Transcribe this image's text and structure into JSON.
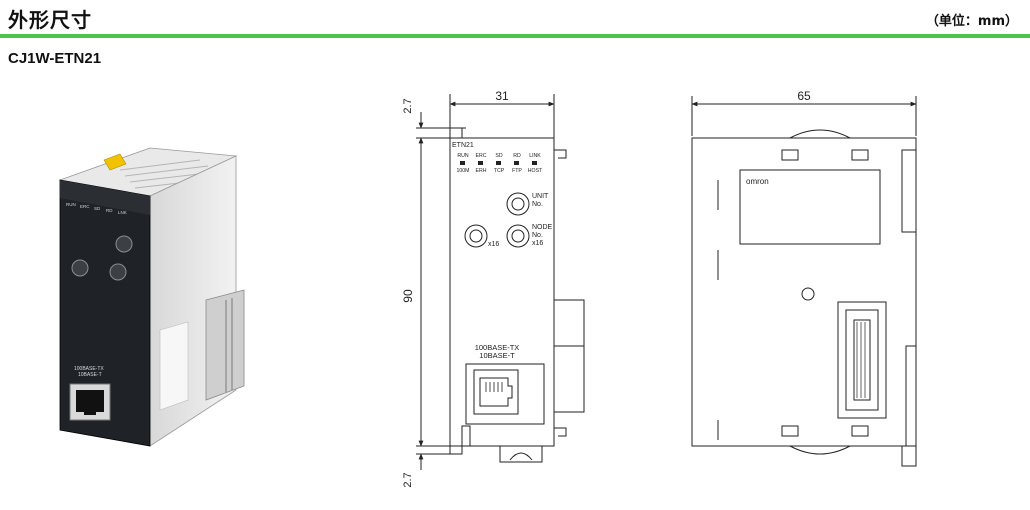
{
  "header": {
    "title": "外形尺寸",
    "unit": "（单位：mm）"
  },
  "model": "CJ1W-ETN21",
  "photo": {
    "front_labels": [
      "RUN",
      "ERC",
      "SD",
      "RD",
      "LNK"
    ],
    "port_label_1": "100BASE-TX",
    "port_label_2": "10BASE-T"
  },
  "front_view": {
    "dim_width": "31",
    "dim_height": "90",
    "dim_top": "2.7",
    "dim_bottom": "2.7",
    "module_name": "ETN21",
    "led_top": [
      "RUN",
      "ERC",
      "SD",
      "RD",
      "LINK"
    ],
    "led_bottom": [
      "100M",
      "ERH",
      "TCP",
      "FTP",
      "HOST"
    ],
    "unit_label": "UNIT",
    "unit_no": "No.",
    "node_label": "NODE",
    "node_no": "No.",
    "x16_node": "x16",
    "x16_left": "x16",
    "port_label_1": "100BASE-TX",
    "port_label_2": "10BASE-T"
  },
  "side_view": {
    "dim_width": "65",
    "brand": "omron"
  },
  "colors": {
    "rule": "#4cc44c",
    "line": "#222222"
  }
}
